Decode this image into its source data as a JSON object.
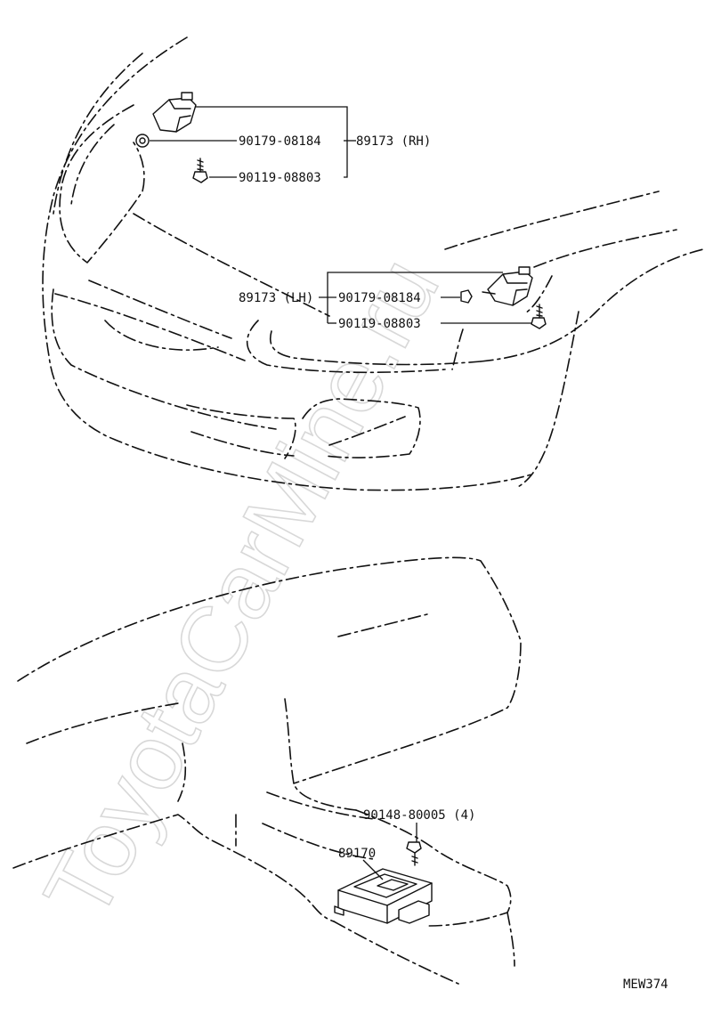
{
  "watermark": "ToyotaCarMine.ru",
  "diagram_code": "MEW374",
  "callouts": {
    "rh_clip": "90179-08184",
    "rh_sensor": "89173 (RH)",
    "rh_bolt": "90119-08803",
    "lh_sensor": "89173 (LH)",
    "lh_clip": "90179-08184",
    "lh_bolt": "90119-08803",
    "ecu_screw": "90148-80005 (4)",
    "ecu": "89170"
  }
}
